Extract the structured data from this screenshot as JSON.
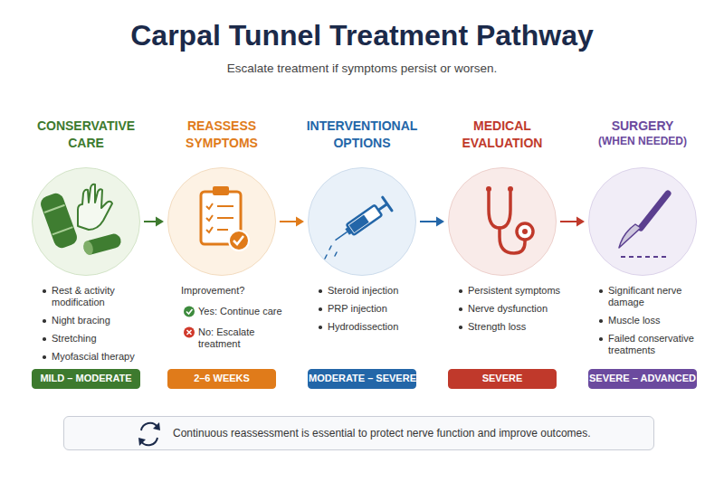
{
  "diagram": {
    "title": "Carpal Tunnel Treatment Pathway",
    "nodes": [
      {
        "text": [
          "CONSERVATIVE CARE",
          "Rest & activity modification",
          "Night bracing",
          "Stretching",
          "Myofascial therapy"
        ]
      },
      {
        "text": [
          "MILD – MODERATE"
        ],
        "in": 0
      },
      {
        "text": [
          "REASSESS SYMPTOMS",
          "Improvement?",
          "Yes: Continue care",
          "No: Escalate treatment"
        ]
      },
      {
        "text": [
          "2–6 WEEKS"
        ],
        "in": 2
      },
      {
        "text": [
          "INTERVENTIONAL OPTIONS",
          "Steroid injection",
          "PRP injection",
          "Hydrodissection"
        ]
      },
      {
        "text": [
          "MODERATE – SEVERE"
        ],
        "in": 4
      },
      {
        "text": [
          "MEDICAL EVALUATION",
          "Persistent symptoms",
          "Nerve dysfunction",
          "Strength loss"
        ]
      },
      {
        "text": [
          "SEVERE"
        ],
        "in": 6
      },
      {
        "text": [
          "SURGERY",
          "(WHEN NEEDED)",
          "Significant nerve damage",
          "Muscle loss",
          "Failed conservative treatments"
        ]
      },
      {
        "text": [
          "SEVERE – ADVANCED"
        ],
        "in": 8
      },
      {
        "text": [
          "Continuous reassessment is essential to protect nerve function and improve outcomes."
        ]
      }
    ],
    "edges": [
      {
        "from": 0,
        "to": 2,
        "arrow": "to"
      },
      {
        "from": 2,
        "to": 4,
        "arrow": "to"
      },
      {
        "from": 4,
        "to": 6,
        "arrow": "to"
      },
      {
        "from": 6,
        "to": 8,
        "arrow": "to"
      }
    ],
    "labels": [
      "Escalate treatment if symptoms persist or worsen."
    ]
  }
}
